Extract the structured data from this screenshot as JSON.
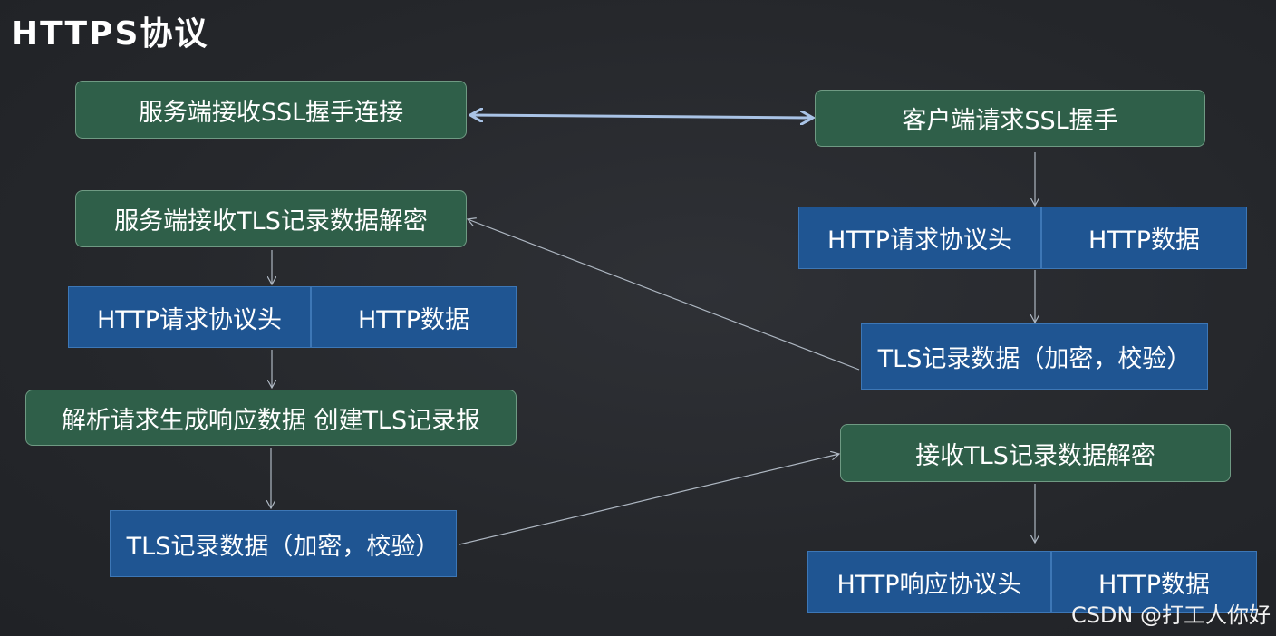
{
  "title": "HTTPS协议",
  "boxes": {
    "server_ssl": "服务端接收SSL握手连接",
    "client_ssl": "客户端请求SSL握手",
    "server_tls_decrypt": "服务端接收TLS记录数据解密",
    "client_header": "HTTP请求协议头",
    "client_data": "HTTP数据",
    "server_header": "HTTP请求协议头",
    "server_data": "HTTP数据",
    "client_tls_record": "TLS记录数据（加密，校验）",
    "server_parse": "解析请求生成响应数据 创建TLS记录报",
    "client_tls_decrypt": "接收TLS记录数据解密",
    "server_tls_record": "TLS记录数据（加密，校验）",
    "response_header": "HTTP响应协议头",
    "response_data": "HTTP数据"
  },
  "watermark": "CSDN @打工人你好",
  "colors": {
    "green_box": "#2f5f49",
    "blue_box": "#1f5592",
    "arrow": "#aeb7c2",
    "double_arrow": "#a9c3e6"
  }
}
